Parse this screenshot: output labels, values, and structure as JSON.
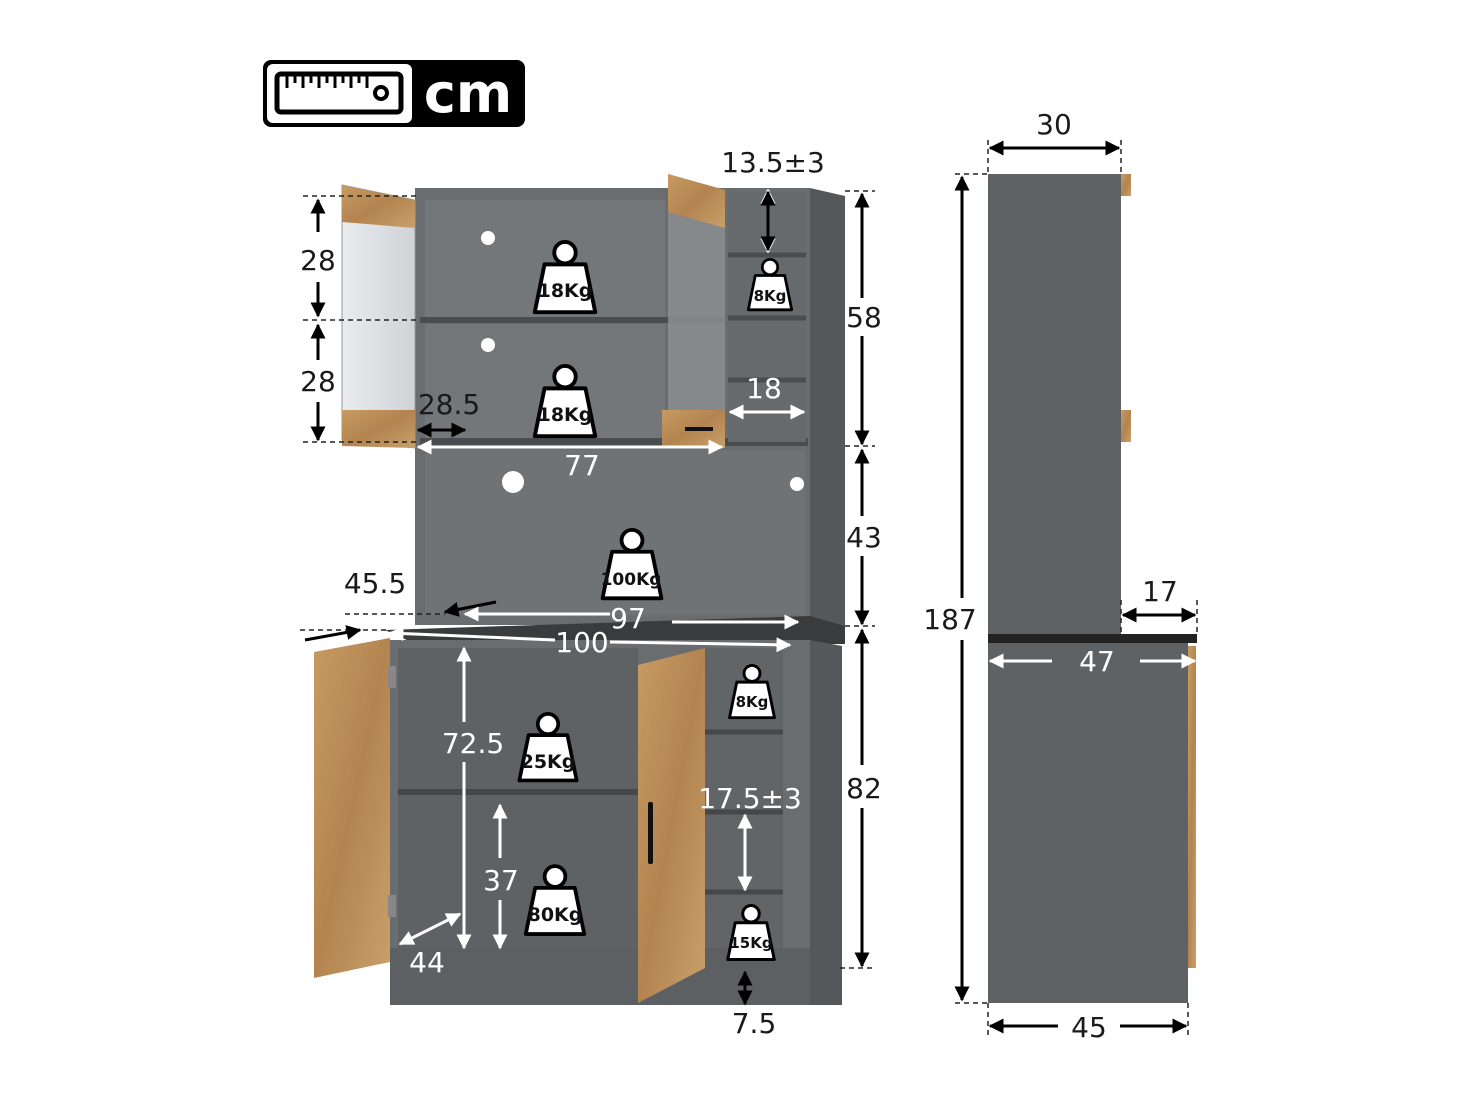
{
  "unit_badge": {
    "label": "cm",
    "icon": "ruler-icon"
  },
  "colors": {
    "cabinet_gray": "#5f6265",
    "cabinet_dark": "#4a4d50",
    "wood": "#b98a55",
    "countertop": "#2b2c2e"
  },
  "front_view": {
    "dimensions": {
      "top_depth": "13.5±3",
      "upper_shelf_1": "28",
      "upper_shelf_2": "28",
      "door_gap": "28.5",
      "side_cubby_width": "18",
      "upper_section_height": "58",
      "upper_inner_width": "77",
      "hutch_height": "43",
      "side_offset": "45.5",
      "counter_inner_width": "97",
      "total_width": "100",
      "lower_cabinet_height": "72.5",
      "lower_shelf_height": "37",
      "lower_depth": "44",
      "lower_cubby_height": "17.5±3",
      "base_height": "7.5",
      "lower_section_height": "82"
    },
    "weights": {
      "upper_shelf_1": "18Kg",
      "upper_shelf_2": "18Kg",
      "upper_cubby": "8Kg",
      "countertop": "100Kg",
      "lower_cubby_top": "8Kg",
      "lower_shelf": "25Kg",
      "lower_bottom": "80Kg",
      "lower_cubby_bottom": "15Kg"
    }
  },
  "side_view": {
    "dimensions": {
      "upper_depth": "30",
      "total_height": "187",
      "counter_overhang": "17",
      "counter_depth": "47",
      "base_depth": "45"
    }
  }
}
